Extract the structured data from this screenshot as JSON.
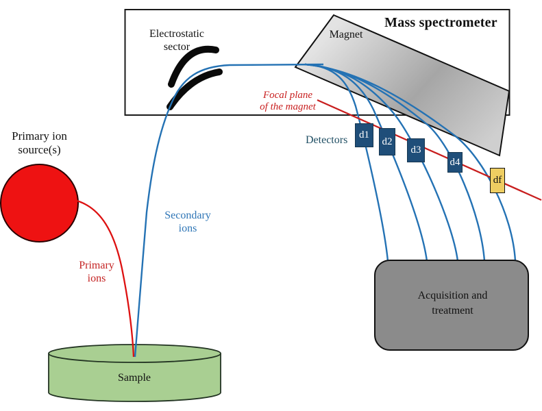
{
  "spectrometer": {
    "title": "Mass spectrometer",
    "magnet_label": "Magnet",
    "electrostatic_line1": "Electrostatic",
    "electrostatic_line2": "sector"
  },
  "source": {
    "label_line1": "Primary ion",
    "label_line2": "source(s)"
  },
  "beams": {
    "primary_line1": "Primary",
    "primary_line2": "ions",
    "secondary_line1": "Secondary",
    "secondary_line2": "ions"
  },
  "focal_plane": {
    "label_line1": "Focal plane",
    "label_line2": "of the magnet"
  },
  "detectors": {
    "label": "Detectors",
    "items": [
      {
        "label": "d1",
        "variant": "standard"
      },
      {
        "label": "d2",
        "variant": "standard"
      },
      {
        "label": "d3",
        "variant": "standard"
      },
      {
        "label": "d4",
        "variant": "standard"
      },
      {
        "label": "df",
        "variant": "final"
      }
    ]
  },
  "sample": {
    "label": "Sample"
  },
  "acquisition": {
    "label_line1": "Acquisition and",
    "label_line2": "treatment"
  },
  "colors": {
    "secondary_ion_blue": "#2472B4",
    "secondary_text_blue": "#2E75B6",
    "primary_ion_red": "#DD1111",
    "source_red": "#EE1212",
    "focal_plane_red": "#C81E1E",
    "detector_navy": "#1F4E79",
    "detector_final_yellow": "#EFCE62",
    "detectors_text": "#1F4E63",
    "sample_green": "#A9CF92",
    "acquisition_gray": "#8B8B8B",
    "magnet_gray_light": "#E2E2E2",
    "magnet_gray_dark": "#A8A8A8",
    "outline_black": "#111111"
  }
}
